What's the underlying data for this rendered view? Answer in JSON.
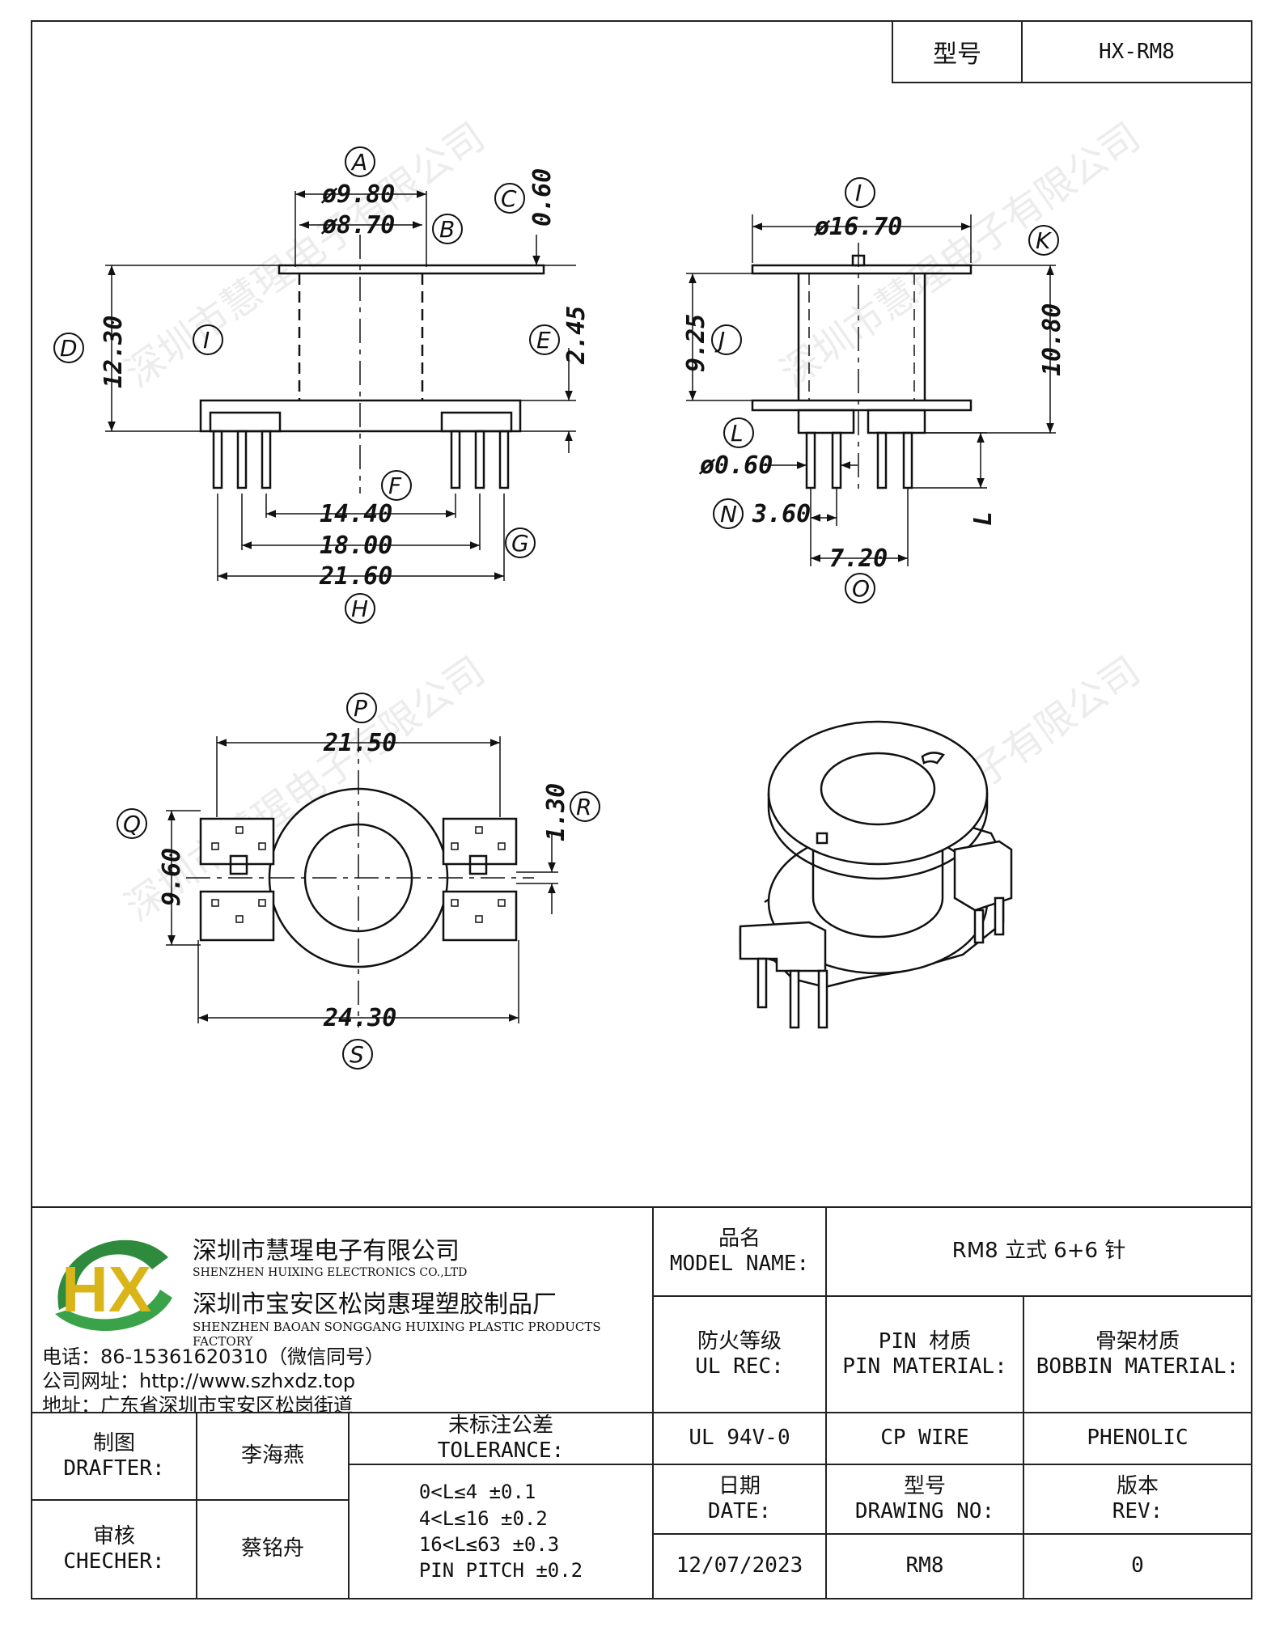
{
  "header": {
    "model_label": "型号",
    "model_value": "HX-RM8"
  },
  "views": {
    "front": {
      "dims": {
        "A": "ø9.80",
        "B": "ø8.70",
        "C_top": "0.60",
        "D": "12.30",
        "E": "2.45",
        "F": "14.40",
        "G": "18.00",
        "H": "21.60"
      },
      "letters": [
        "A",
        "B",
        "C",
        "D",
        "E",
        "F",
        "G",
        "H",
        "I"
      ]
    },
    "side": {
      "dims": {
        "I": "ø16.70",
        "J": "9.25",
        "K": "10.80",
        "L": "L",
        "M": "ø0.60",
        "N": "3.60",
        "O": "7.20"
      },
      "letters": [
        "I",
        "J",
        "K",
        "L",
        "N",
        "O"
      ]
    },
    "bottom": {
      "dims": {
        "P": "21.50",
        "Q": "9.60",
        "R": "1.30",
        "S": "24.30"
      },
      "letters": [
        "P",
        "Q",
        "R",
        "S"
      ]
    }
  },
  "watermark": "深圳市慧瑆电子有限公司",
  "title_block": {
    "logo_text": "HX",
    "company_cn": "深圳市慧瑆电子有限公司",
    "company_en": "SHENZHEN HUIXING ELECTRONICS CO.,LTD",
    "factory_cn": "深圳市宝安区松岗惠瑆塑胶制品厂",
    "factory_en": "SHENZHEN BAOAN SONGGANG HUIXING PLASTIC PRODUCTS FACTORY",
    "phone": "电话：86-15361620310（微信同号）",
    "website": "公司网址：http://www.szhxdz.top",
    "address": "地址：广东省深圳市宝安区松岗街道",
    "model_name_cn": "品名",
    "model_name_en": "MODEL NAME:",
    "model_name_value": "RM8 立式 6+6 针",
    "ul_cn": "防火等级",
    "ul_en": "UL REC:",
    "pin_mat_cn": "PIN 材质",
    "pin_mat_en": "PIN MATERIAL:",
    "bobbin_mat_cn": "骨架材质",
    "bobbin_mat_en": "BOBBIN MATERIAL:",
    "ul_value": "UL 94V-0",
    "pin_value": "CP WIRE",
    "bobbin_value": "PHENOLIC",
    "drafter_cn": "制图",
    "drafter_en": "DRAFTER:",
    "drafter_name": "李海燕",
    "checker_cn": "审核",
    "checker_en": "CHECHER:",
    "checker_name": "蔡铭舟",
    "tol_cn": "未标注公差",
    "tol_en": "TOLERANCE:",
    "tol_1": "0<L≤4   ±0.1",
    "tol_2": "4<L≤16  ±0.2",
    "tol_3": "16<L≤63  ±0.3",
    "tol_4": "PIN PITCH  ±0.2",
    "date_cn": "日期",
    "date_en": "DATE:",
    "drawing_cn": "型号",
    "drawing_en": "DRAWING NO:",
    "rev_cn": "版本",
    "rev_en": "REV:",
    "date_value": "12/07/2023",
    "drawing_value": "RM8",
    "rev_value": "0"
  }
}
